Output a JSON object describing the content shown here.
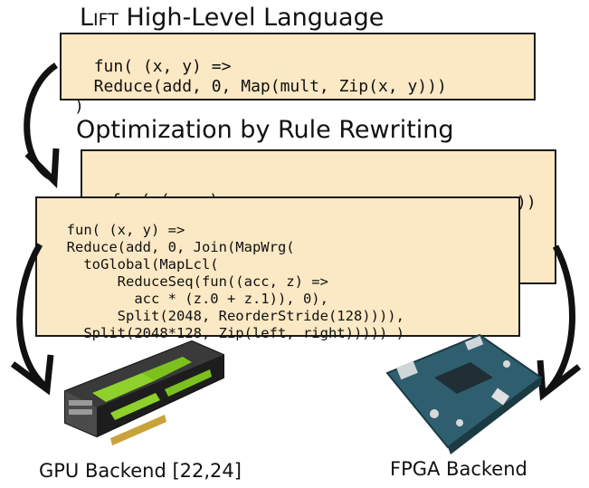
{
  "title_top": {
    "smallcaps_prefix": "Lift",
    "rest": " High-Level Language"
  },
  "code_top": "fun( (x, y) =>\n  Reduce(add, 0, Map(mult, Zip(x, y)))\n)",
  "title_mid": "Optimization by Rule Rewriting",
  "code_back": "fun( (x, y) =>",
  "code_back_tail": "))",
  "code_front": "fun( (x, y) =>\n  Reduce(add, 0, Join(MapWrg(\n    toGlobal(MapLcl(\n        ReduceSeq(fun((acc, z) =>\n          acc * (z.0 + z.1)), 0),\n        Split(2048, ReorderStride(128)))),\n    Split(2048*128, Zip(left, right))))) )",
  "caption_gpu": "GPU Backend [22,24]",
  "caption_fpga": "FPGA Backend"
}
